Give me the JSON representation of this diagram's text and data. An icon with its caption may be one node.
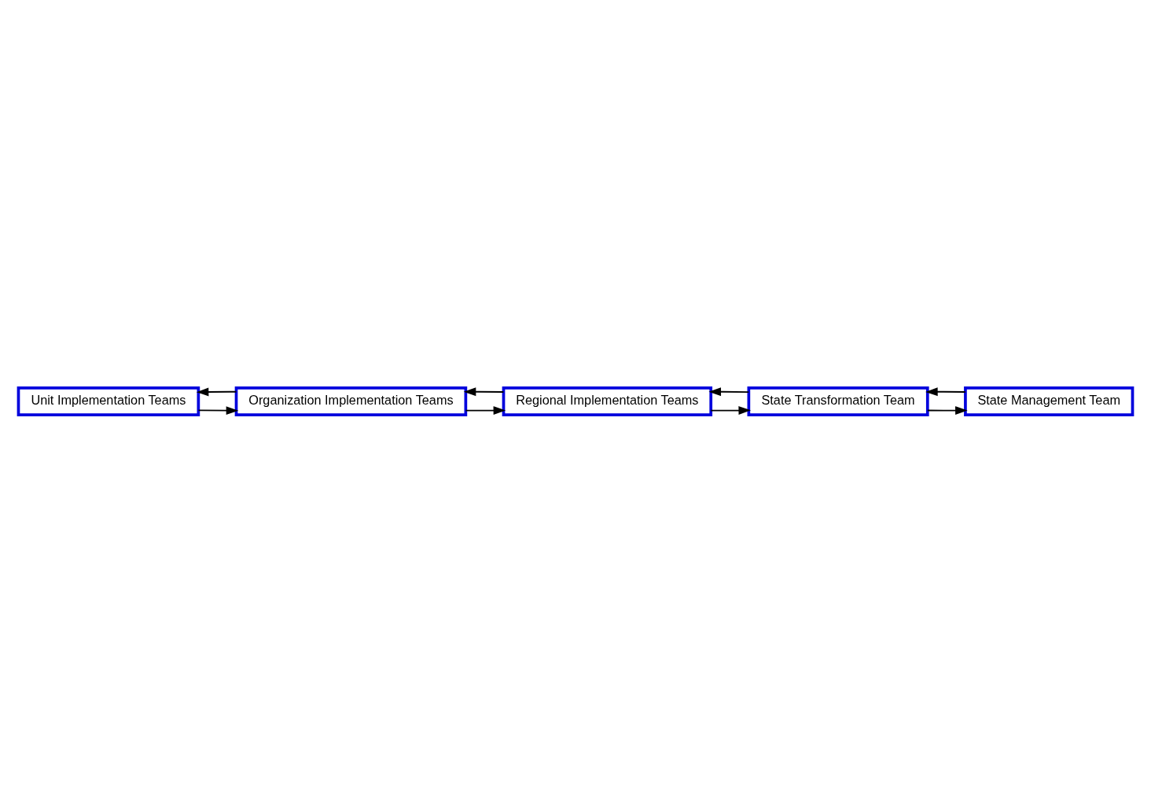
{
  "diagram": {
    "nodes": [
      {
        "text": [
          "State Management Team"
        ]
      },
      {
        "text": [
          "State Transformation Team"
        ]
      },
      {
        "text": [
          "Regional Implementation Teams"
        ]
      },
      {
        "text": [
          "Organization Implementation Teams"
        ]
      },
      {
        "text": [
          "Unit Implementation Teams"
        ]
      }
    ],
    "edges": [
      {
        "from": 4,
        "to": 3,
        "arrow": "to"
      },
      {
        "from": 3,
        "to": 2,
        "arrow": "to"
      },
      {
        "from": 2,
        "to": 1,
        "arrow": "to"
      },
      {
        "from": 1,
        "to": 0,
        "arrow": "to"
      },
      {
        "from": 0,
        "to": 1,
        "arrow": "to"
      },
      {
        "from": 1,
        "to": 2,
        "arrow": "to"
      },
      {
        "from": 2,
        "to": 3,
        "arrow": "to"
      },
      {
        "from": 3,
        "to": 4,
        "arrow": "to"
      }
    ]
  }
}
